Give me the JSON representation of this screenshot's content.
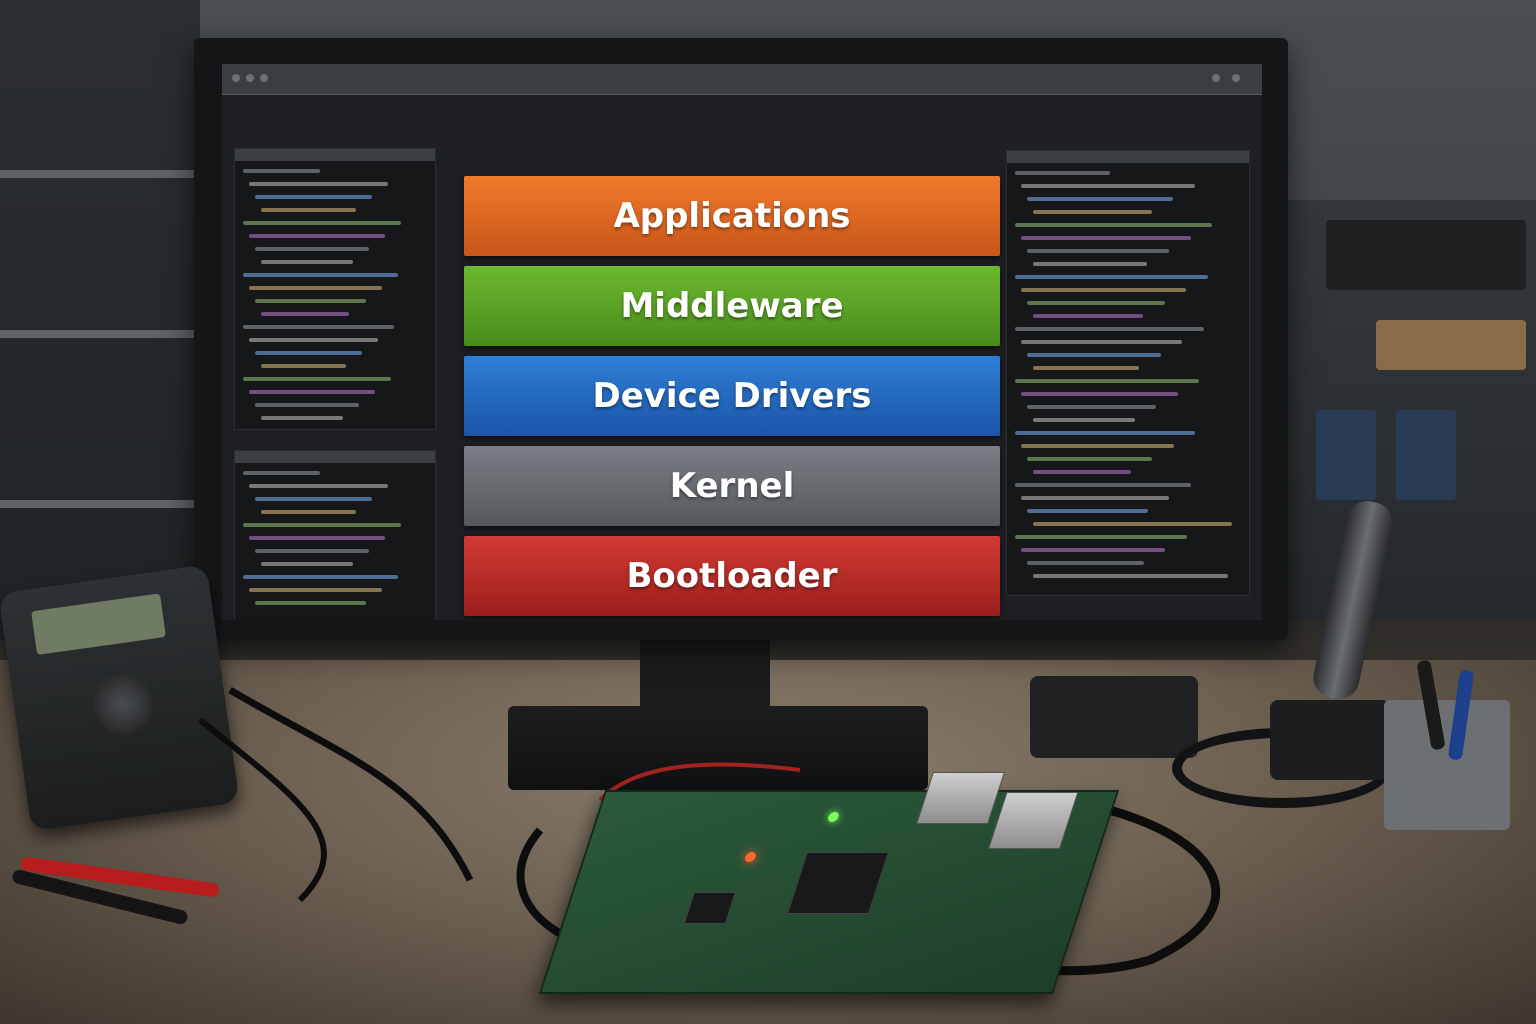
{
  "stack": {
    "layers": [
      {
        "label": "Applications",
        "color": "#e46c24"
      },
      {
        "label": "Middleware",
        "color": "#5ea626"
      },
      {
        "label": "Device Drivers",
        "color": "#2468c0"
      },
      {
        "label": "Kernel",
        "color": "#696d72"
      },
      {
        "label": "Bootloader",
        "color": "#b82c28"
      }
    ]
  },
  "icons": {
    "monitor": "monitor-icon",
    "board": "circuit-board-icon",
    "multimeter": "multimeter-icon",
    "soldering_iron": "soldering-iron-icon"
  }
}
